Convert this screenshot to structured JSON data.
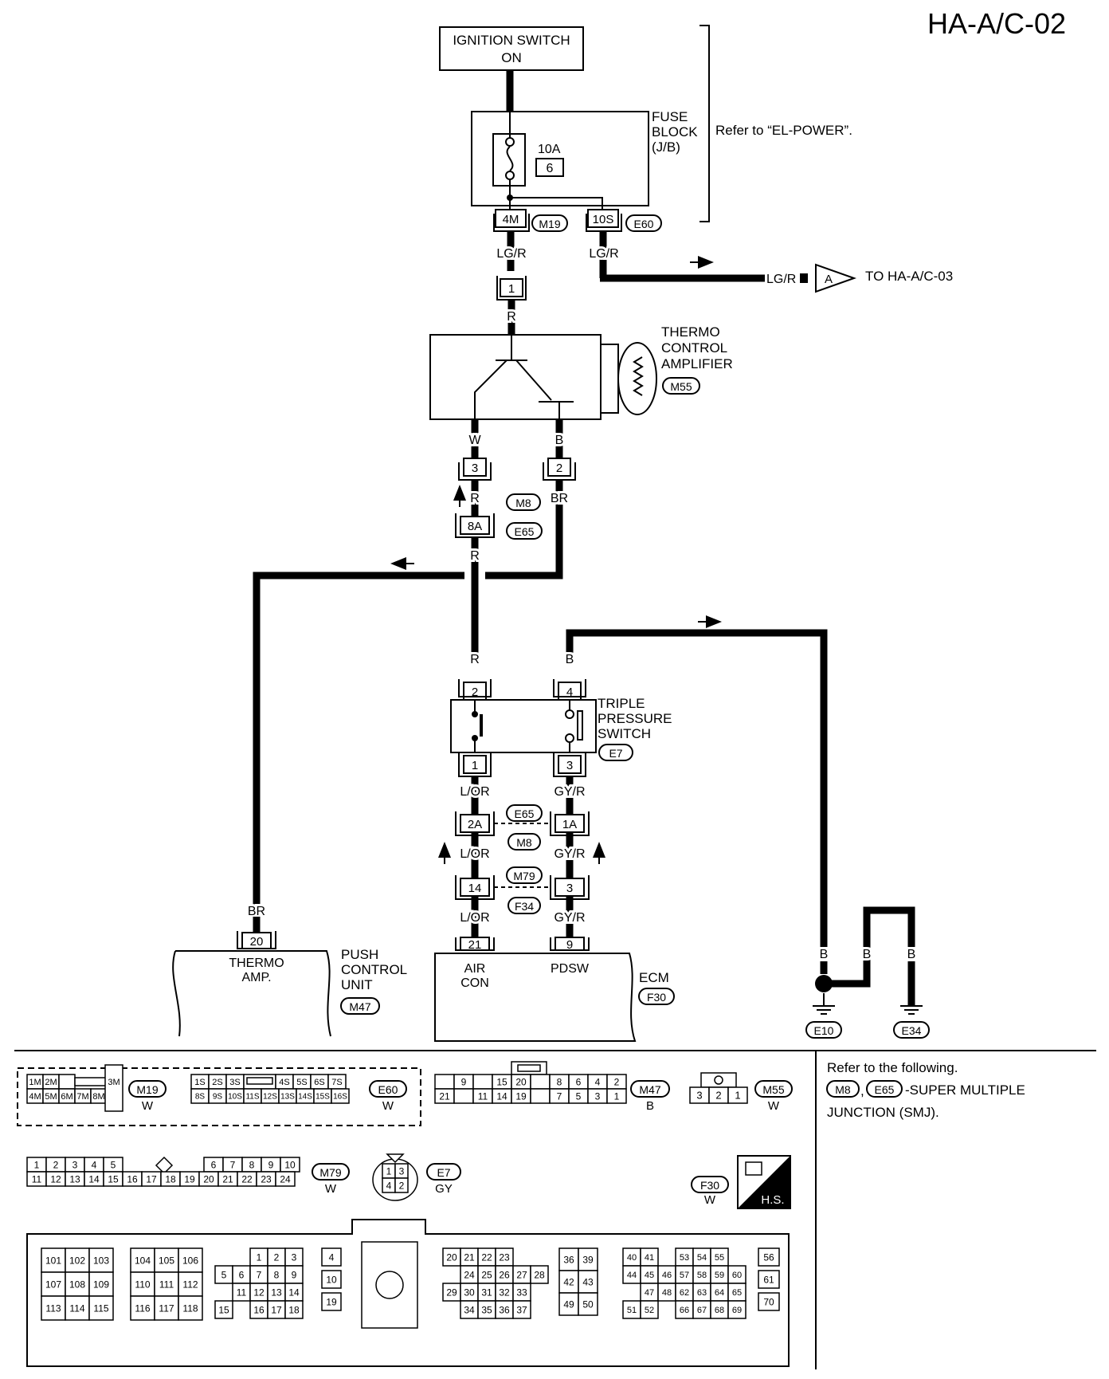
{
  "title": "HA-A/C-02",
  "ignition": {
    "line1": "IGNITION SWITCH",
    "line2": "ON"
  },
  "fuse_block": {
    "label1": "FUSE",
    "label2": "BLOCK",
    "label3": "(J/B)",
    "rating": "10A",
    "number": "6",
    "refer": "Refer to “EL-POWER”."
  },
  "connectors": {
    "c4m": "4M",
    "m19": "M19",
    "c10s": "10S",
    "e60": "E60",
    "c1": "1",
    "m55": "M55",
    "c3": "3",
    "c2": "2",
    "m8": "M8",
    "c8a": "8A",
    "e65": "E65",
    "tps2": "2",
    "tps4": "4",
    "tps1": "1",
    "tps3": "3",
    "e7": "E7",
    "c2a": "2A",
    "c1a": "1A",
    "e65b": "E65",
    "m8b": "M8",
    "c14": "14",
    "c3b": "3",
    "m79": "M79",
    "f34": "F34",
    "c20": "20",
    "c21": "21",
    "c9": "9",
    "m47": "M47",
    "f30": "F30",
    "e10": "E10",
    "e34": "E34",
    "offpage": "A"
  },
  "wires": {
    "lgr1": "LG/R",
    "lgr2": "LG/R",
    "lgr3": "LG/R",
    "r1": "R",
    "w": "W",
    "b1": "B",
    "r2": "R",
    "br1": "BR",
    "r3": "R",
    "r4": "R",
    "b2": "B",
    "lor1": "L/OR",
    "gyr1": "GY/R",
    "lor2": "L/OR",
    "gyr2": "GY/R",
    "lor3": "L/OR",
    "gyr3": "GY/R",
    "br2": "BR",
    "b3": "B",
    "b4": "B",
    "b5": "B"
  },
  "to_ref": "TO HA-A/C-03",
  "thermo": {
    "l1": "THERMO",
    "l2": "CONTROL",
    "l3": "AMPLIFIER"
  },
  "tps": {
    "l1": "TRIPLE",
    "l2": "PRESSURE",
    "l3": "SWITCH"
  },
  "pcu": {
    "pin": "THERMO",
    "pin2": "AMP.",
    "l1": "PUSH",
    "l2": "CONTROL",
    "l3": "UNIT"
  },
  "ecm": {
    "p1": "AIR",
    "p2": "CON",
    "p3": "PDSW",
    "name": "ECM"
  },
  "refer_note": {
    "l1": "Refer to the following.",
    "l2": ",",
    "l3": "-SUPER MULTIPLE",
    "l4": "JUNCTION (SMJ)."
  },
  "legend": {
    "m19_color": "W",
    "e60_color": "W",
    "m47_color": "B",
    "m55_color": "W",
    "m79_color": "W",
    "e7_color": "GY",
    "f30_color": "W",
    "hs": "H.S.",
    "m19_row1": [
      "1M",
      "2M",
      "",
      "3M"
    ],
    "m19_row2": [
      "4M",
      "5M",
      "6M",
      "7M",
      "8M"
    ],
    "e60_row1": [
      "1S",
      "2S",
      "3S",
      "",
      "4S",
      "5S",
      "6S",
      "7S"
    ],
    "e60_row2": [
      "8S",
      "9S",
      "10S",
      "11S",
      "12S",
      "13S",
      "14S",
      "15S",
      "16S"
    ],
    "m47_row1": [
      "",
      "9",
      "",
      "15",
      "20",
      "",
      "8",
      "6",
      "4",
      "2"
    ],
    "m47_row2": [
      "21",
      "",
      "11",
      "14",
      "19",
      "",
      "7",
      "5",
      "3",
      "1"
    ],
    "m55_pins": [
      "3",
      "2",
      "1"
    ],
    "m79_row1": [
      "1",
      "2",
      "3",
      "4",
      "5",
      "6",
      "7",
      "8",
      "9",
      "10"
    ],
    "m79_row2": [
      "11",
      "12",
      "13",
      "14",
      "15",
      "16",
      "17",
      "18",
      "19",
      "20",
      "21",
      "22",
      "23",
      "24"
    ],
    "e7_pins": [
      "1",
      "3",
      "4",
      "2"
    ],
    "ecm_g1": [
      [
        "101",
        "102",
        "103"
      ],
      [
        "107",
        "108",
        "109"
      ],
      [
        "113",
        "114",
        "115"
      ]
    ],
    "ecm_g2": [
      [
        "104",
        "105",
        "106"
      ],
      [
        "110",
        "111",
        "112"
      ],
      [
        "116",
        "117",
        "118"
      ]
    ],
    "ecm_g3": [
      [
        "",
        "",
        "1",
        "2",
        "3"
      ],
      [
        "5",
        "6",
        "7",
        "8",
        "9"
      ],
      [
        "",
        "11",
        "12",
        "13",
        "14"
      ],
      [
        "15",
        "",
        "16",
        "17",
        "18"
      ]
    ],
    "ecm_g4": [
      "4",
      "10",
      "19"
    ],
    "ecm_g5": [
      [
        "20",
        "21",
        "22",
        "23",
        ""
      ],
      [
        "",
        "24",
        "25",
        "26",
        "27",
        "28"
      ],
      [
        "29",
        "30",
        "31",
        "32",
        "33"
      ],
      [
        "",
        "34",
        "35",
        "36",
        "37"
      ]
    ],
    "ecm_g6": [
      [
        "36",
        "39"
      ],
      [
        "42",
        "43"
      ],
      [
        "49",
        "50"
      ]
    ],
    "ecm_g7": [
      [
        "40",
        "41",
        "",
        "53",
        "54",
        "55"
      ],
      [
        "44",
        "45",
        "46",
        "57",
        "58",
        "59",
        "60"
      ],
      [
        "",
        "47",
        "48",
        "62",
        "63",
        "64",
        "65"
      ],
      [
        "51",
        "52",
        "",
        "66",
        "67",
        "68",
        "69"
      ]
    ],
    "ecm_g8": [
      "56",
      "61",
      "70"
    ]
  }
}
